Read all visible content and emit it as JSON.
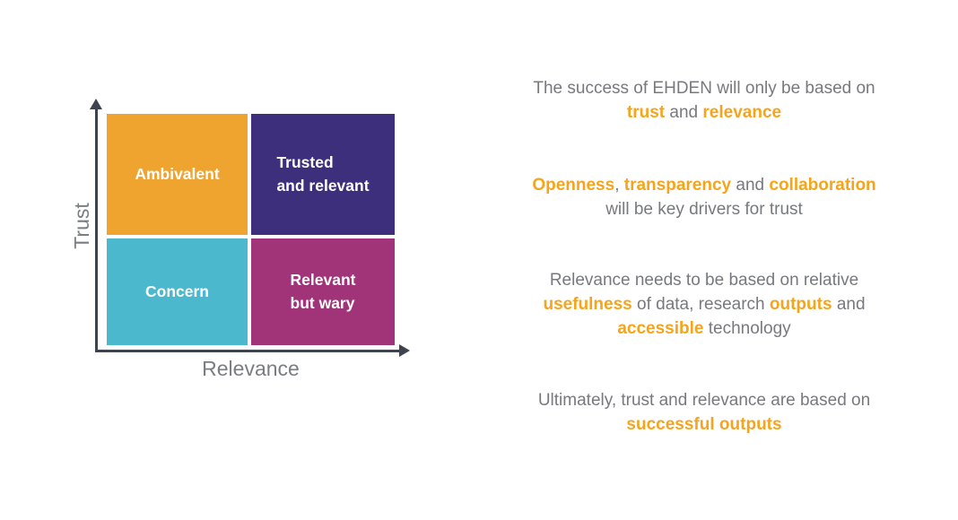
{
  "colors": {
    "axis": "#3E444D",
    "body_text": "#77797E",
    "highlight": "#F5A41B",
    "quadrant_label": "#FFFFFF"
  },
  "matrix": {
    "y_axis_label": "Trust",
    "x_axis_label": "Relevance",
    "quadrants": {
      "top_left": {
        "label": "Ambivalent",
        "color": "#EFA42F"
      },
      "top_right": {
        "label": "Trusted\nand relevant",
        "color": "#3E2F7D"
      },
      "bottom_left": {
        "label": "Concern",
        "color": "#4CB8CE"
      },
      "bottom_right": {
        "label": "Relevant\nbut wary",
        "color": "#A13478"
      }
    }
  },
  "insights": [
    [
      [
        {
          "t": "The success of EHDEN will only be based on",
          "h": false
        }
      ],
      [
        {
          "t": "trust",
          "h": true
        },
        {
          "t": " and ",
          "h": false
        },
        {
          "t": "relevance",
          "h": true
        }
      ]
    ],
    [
      [
        {
          "t": "Openness",
          "h": true
        },
        {
          "t": ", ",
          "h": false
        },
        {
          "t": "transparency",
          "h": true
        },
        {
          "t": " and ",
          "h": false
        },
        {
          "t": "collaboration",
          "h": true
        }
      ],
      [
        {
          "t": "will be key drivers for trust",
          "h": false
        }
      ]
    ],
    [
      [
        {
          "t": "Relevance needs to be based on relative",
          "h": false
        }
      ],
      [
        {
          "t": "usefulness",
          "h": true
        },
        {
          "t": " of data, research ",
          "h": false
        },
        {
          "t": "outputs",
          "h": true
        },
        {
          "t": " and",
          "h": false
        }
      ],
      [
        {
          "t": "accessible",
          "h": true
        },
        {
          "t": " technology",
          "h": false
        }
      ]
    ],
    [
      [
        {
          "t": "Ultimately, trust and relevance are based on",
          "h": false
        }
      ],
      [
        {
          "t": "successful outputs",
          "h": true
        }
      ]
    ]
  ]
}
